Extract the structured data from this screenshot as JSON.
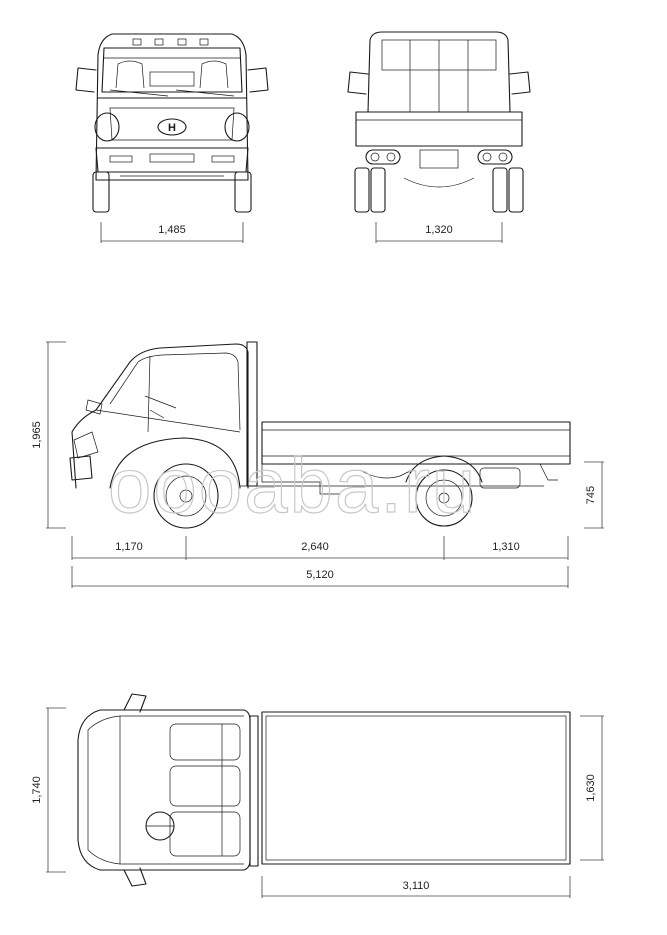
{
  "watermark": "oooaba.ru",
  "brand": {
    "logo_letter": "H"
  },
  "dimensions": {
    "front_track": "1,485",
    "rear_track": "1,320",
    "overall_height": "1,965",
    "front_overhang": "1,170",
    "wheelbase": "2,640",
    "rear_overhang": "1,310",
    "overall_length": "5,120",
    "deck_height": "745",
    "overall_width": "1,740",
    "deck_width": "1,630",
    "deck_length": "3,110"
  }
}
